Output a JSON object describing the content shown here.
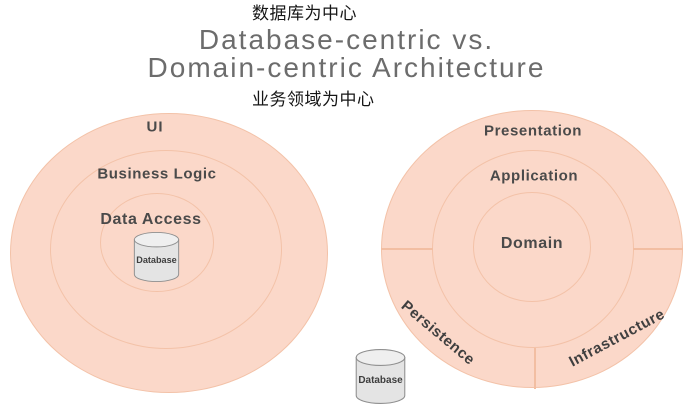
{
  "header": {
    "annotation_top_zh": "数据库为中心",
    "title_line1": "Database-centric vs.",
    "title_line2": "Domain-centric Architecture",
    "annotation_bottom_zh": "业务领域为中心"
  },
  "left_diagram": {
    "rings": [
      {
        "label": "UI"
      },
      {
        "label": "Business Logic"
      },
      {
        "label": "Data Access"
      }
    ],
    "database_label": "Database"
  },
  "right_diagram": {
    "rings": [
      {
        "label": "Presentation"
      },
      {
        "label": "Application"
      },
      {
        "label": "Domain"
      }
    ],
    "outer_sectors": [
      {
        "label": "Persistence"
      },
      {
        "label": "Infrastructure"
      }
    ],
    "database_label": "Database"
  },
  "colors": {
    "ring_fill": "#fbd8c9",
    "ring_border": "#f3c2a8",
    "sector_divider": "#f2bea2",
    "title_text": "#6c6c6c",
    "annotation_text": "#161616",
    "ring_label_text": "#4a4a4a",
    "cylinder_fill": "#e4e4e4",
    "cylinder_top_fill": "#efefef",
    "cylinder_stroke": "#8f8f8f"
  }
}
